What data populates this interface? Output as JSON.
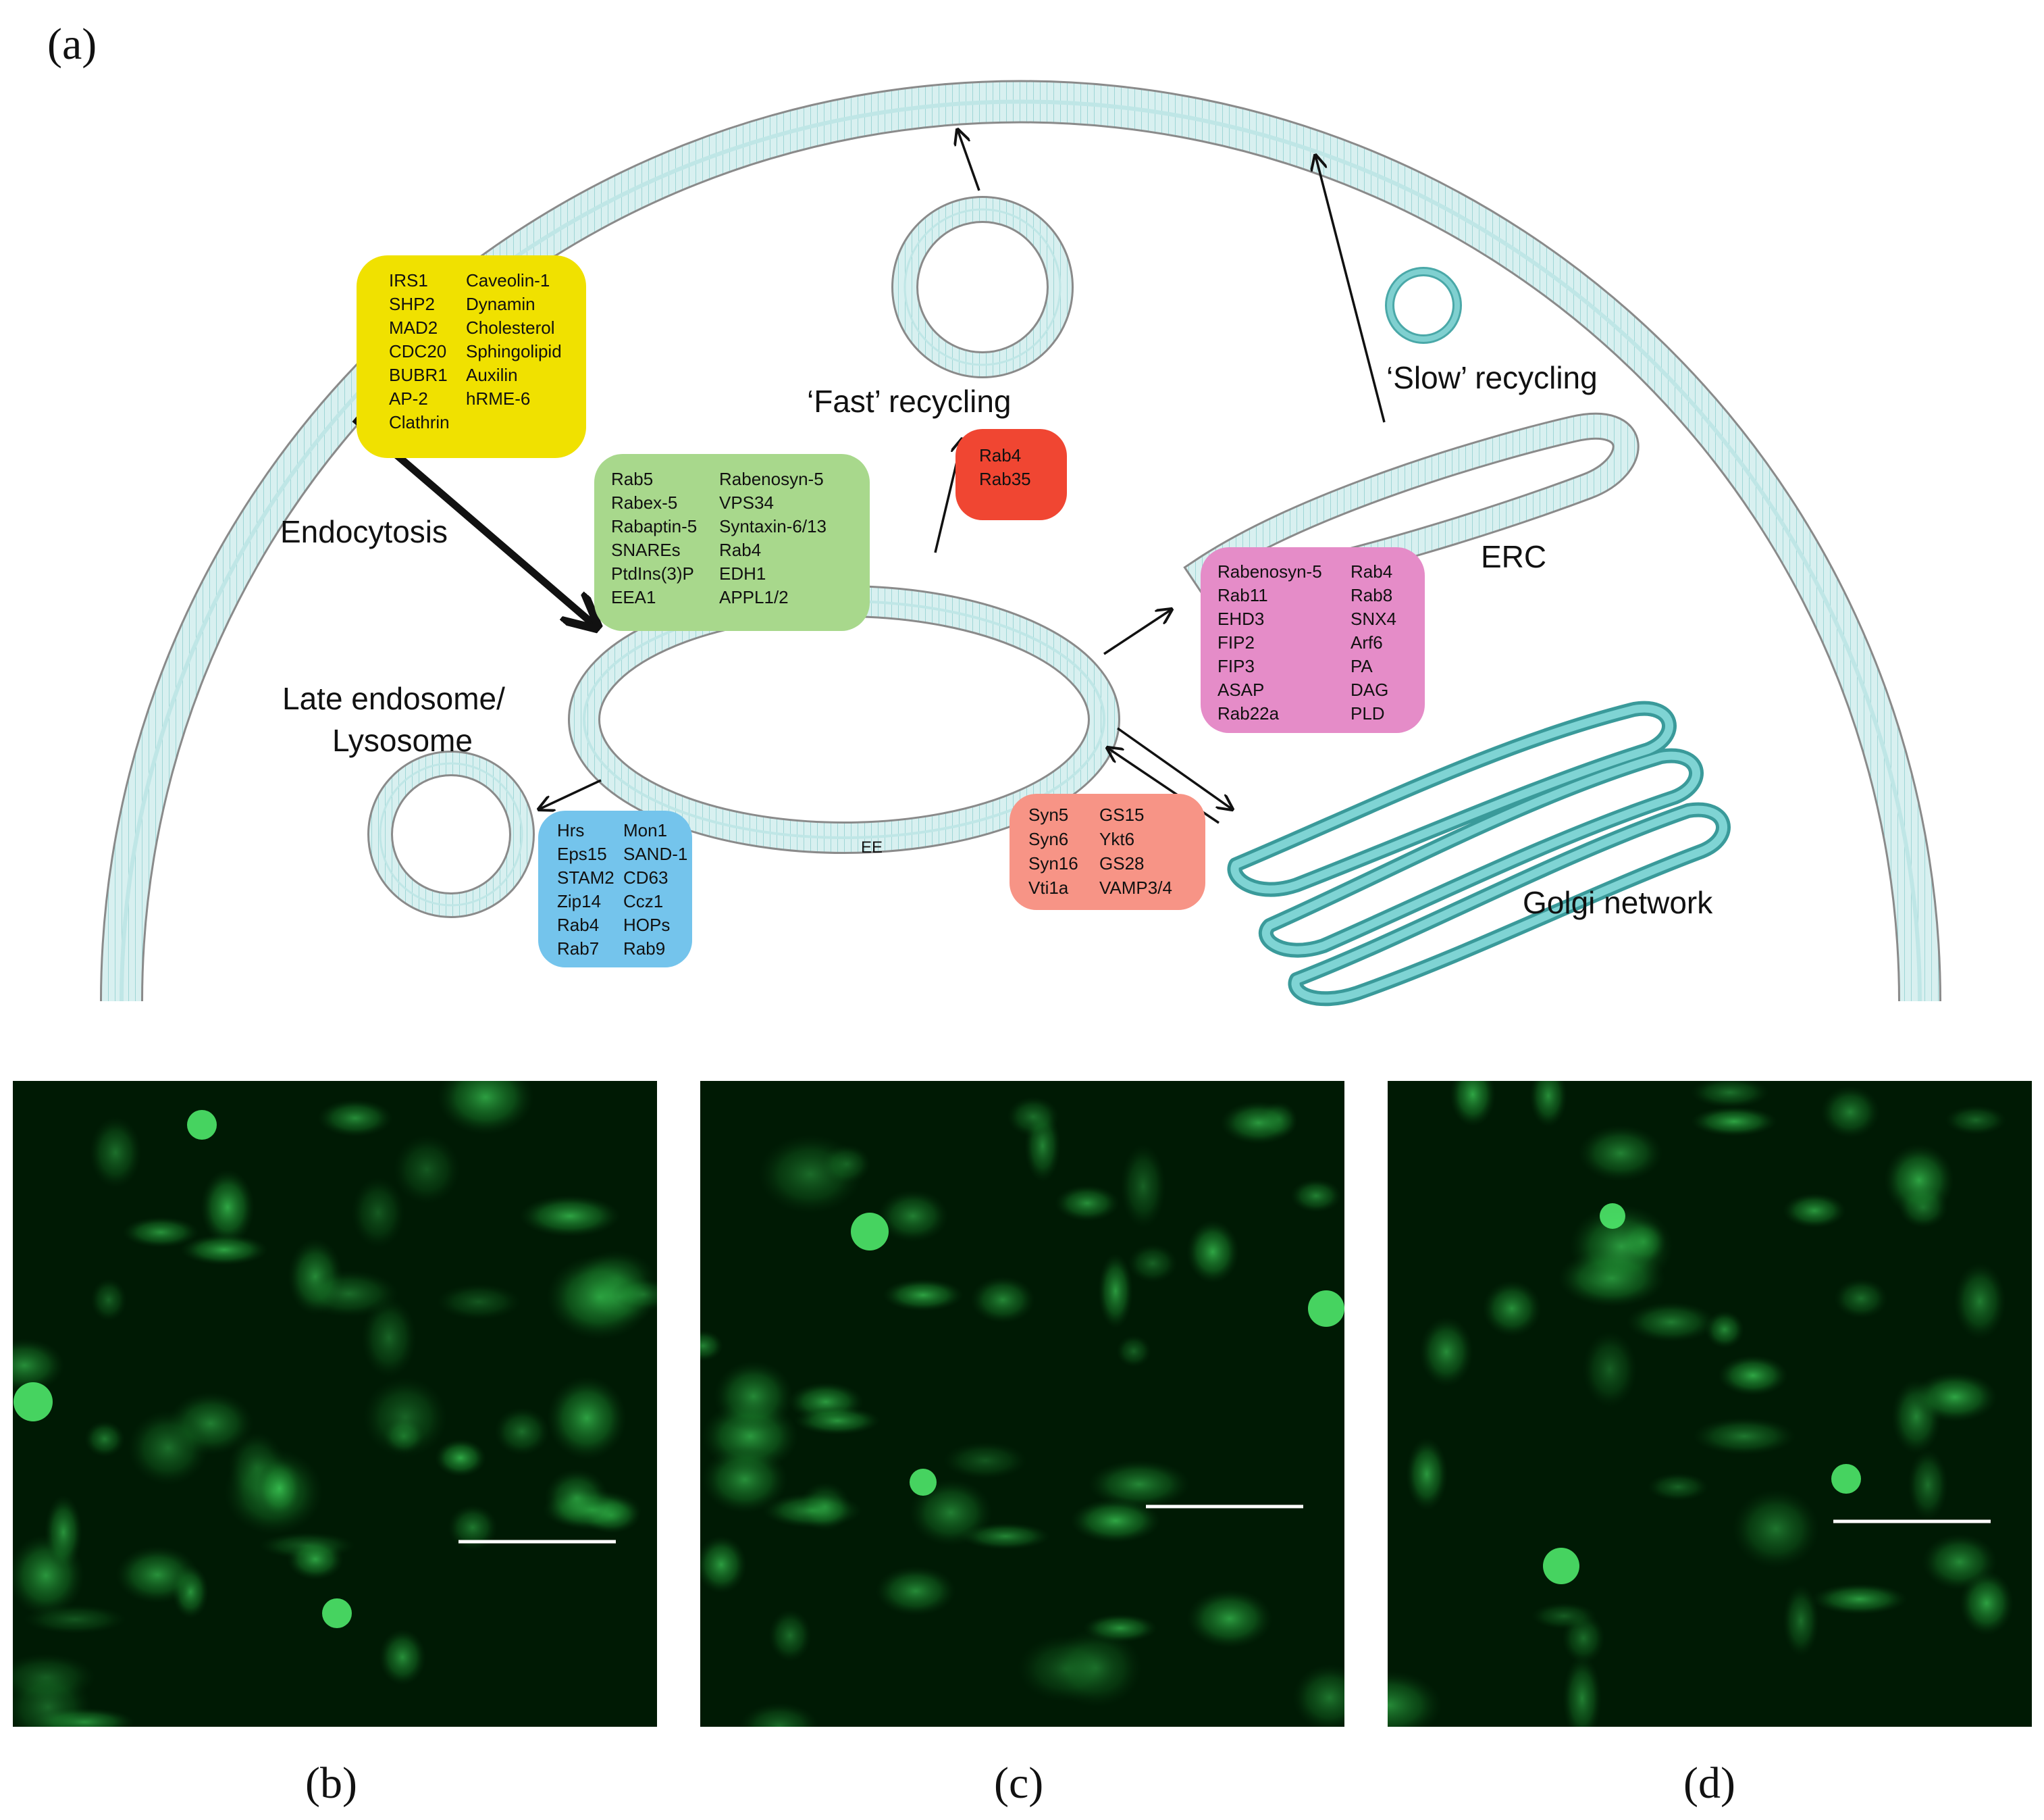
{
  "panel_labels": {
    "a": "(a)",
    "b": "(b)",
    "c": "(c)",
    "d": "(d)"
  },
  "diagram": {
    "labels": {
      "endocytosis": "Endocytosis",
      "late_endosome_line1": "Late endosome/",
      "late_endosome_line2": "Lysosome",
      "fast_recycling": "‘Fast’ recycling",
      "slow_recycling": "‘Slow’ recycling",
      "erc": "ERC",
      "ee": "EE",
      "golgi": "Golgi network"
    },
    "boxes": {
      "yellow": {
        "color": "#f0e100",
        "col1": [
          "IRS1",
          "SHP2",
          "MAD2",
          "CDC20",
          "BUBR1",
          "AP-2",
          "Clathrin"
        ],
        "col2": [
          "Caveolin-1",
          "Dynamin",
          "Cholesterol",
          "Sphingolipid",
          "Auxilin",
          "hRME-6"
        ]
      },
      "green": {
        "color": "#a8d88c",
        "col1": [
          "Rab5",
          "Rabex-5",
          "Rabaptin-5",
          "SNAREs",
          "PtdIns(3)P",
          "EEA1"
        ],
        "col2": [
          "Rabenosyn-5",
          "VPS34",
          "Syntaxin-6/13",
          "Rab4",
          "EDH1",
          "APPL1/2"
        ]
      },
      "red": {
        "color": "#f04632",
        "col1": [
          "Rab4",
          "Rab35"
        ]
      },
      "magenta": {
        "color": "#e58cc8",
        "col1": [
          "Rabenosyn-5",
          "Rab11",
          "EHD3",
          "FIP2",
          "FIP3",
          "ASAP",
          "Rab22a"
        ],
        "col2": [
          "Rab4",
          "Rab8",
          "SNX4",
          "Arf6",
          "PA",
          "DAG",
          "PLD"
        ]
      },
      "salmon": {
        "color": "#f79486",
        "col1": [
          "Syn5",
          "Syn6",
          "Syn16",
          "Vti1a"
        ],
        "col2": [
          "GS15",
          "Ykt6",
          "GS28",
          "VAMP3/4"
        ]
      },
      "blue": {
        "color": "#74c4ec",
        "col1": [
          "Hrs",
          "Eps15",
          "STAM2",
          "Zip14",
          "Rab4",
          "Rab7"
        ],
        "col2": [
          "Mon1",
          "SAND-1",
          "CD63",
          "Ccz1",
          "HOPs",
          "Rab9"
        ]
      }
    }
  },
  "colors": {
    "membrane": "#8fcfcf",
    "membrane_dark": "#6ab4b4",
    "golgi": "#6dc9c9",
    "micro_bg": "#001a04",
    "cell": "#22a83a",
    "scalebar": "#ffffff"
  }
}
